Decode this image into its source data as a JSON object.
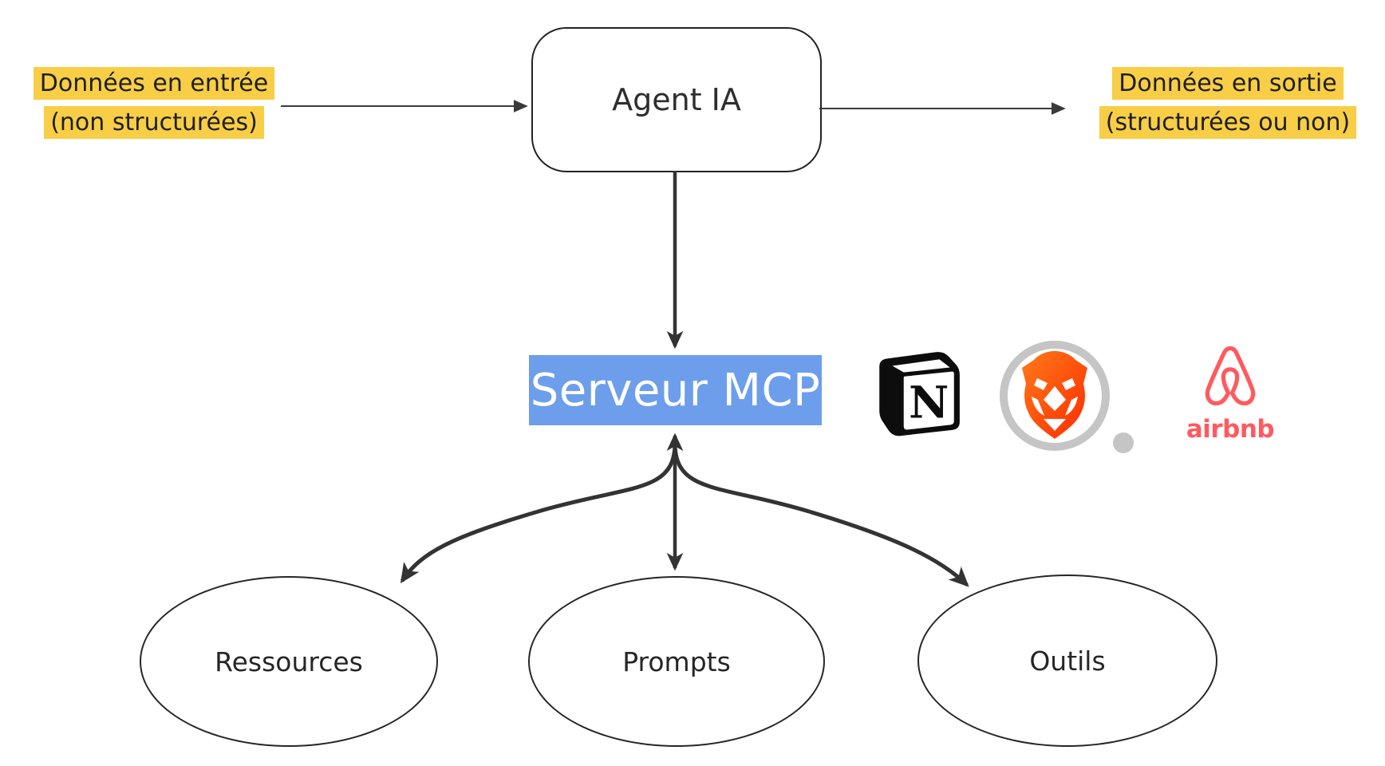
{
  "diagram": {
    "input_label": {
      "line1": "Données en entrée",
      "line2": "(non structurées)"
    },
    "output_label": {
      "line1": "Données en sortie",
      "line2": "(structurées ou non)"
    },
    "agent": {
      "label": "Agent IA"
    },
    "server": {
      "label": "Serveur MCP"
    },
    "capabilities": [
      {
        "label": "Ressources"
      },
      {
        "label": "Prompts"
      },
      {
        "label": "Outils"
      }
    ],
    "integrations": [
      {
        "name": "Notion",
        "letter": "N"
      },
      {
        "name": "Brave"
      },
      {
        "name": "Airbnb",
        "wordmark": "airbnb"
      }
    ],
    "colors": {
      "highlight_yellow": "#F8CE46",
      "server_blue": "#6D9EEB",
      "arrow_dark": "#333333",
      "text_dark": "#1F1F1F",
      "ellipse_stroke": "#262626",
      "notion_black": "#0D0D0D",
      "brave_orange_start": "#FF7A1A",
      "brave_orange_end": "#FF2B00",
      "brave_ring_gray": "#C5C5C5",
      "airbnb_coral": "#FF5A5F"
    }
  }
}
